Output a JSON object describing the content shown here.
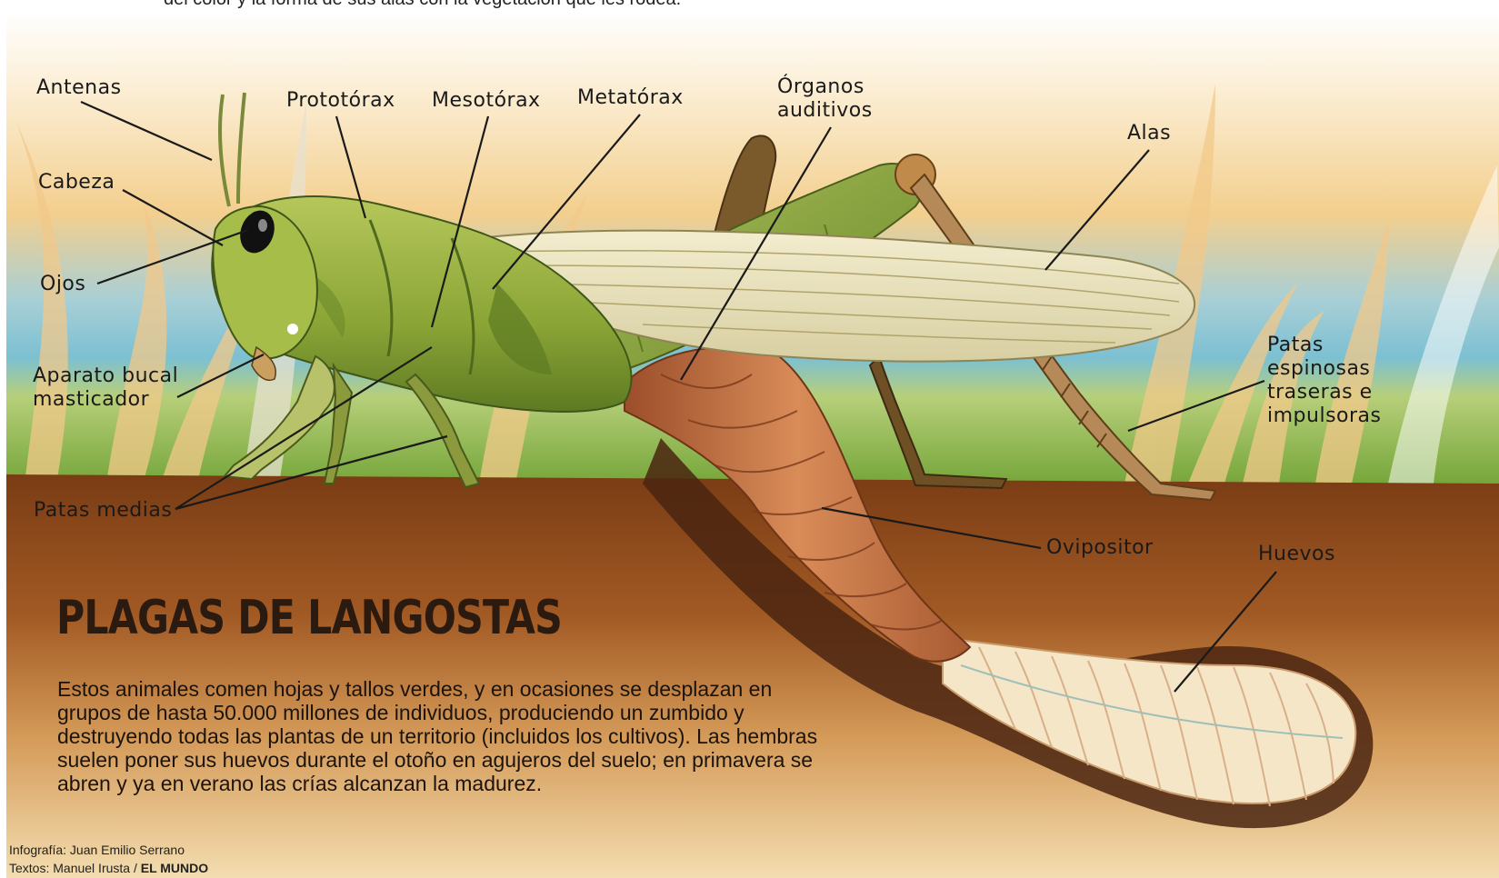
{
  "top_caption": "del color y la forma de sus alas con la vegetación que les rodea.",
  "labels": {
    "antenas": "Antenas",
    "cabeza": "Cabeza",
    "ojos": "Ojos",
    "aparato_bucal_1": "Aparato bucal",
    "aparato_bucal_2": "masticador",
    "patas_medias": "Patas medias",
    "protorax": "Prototórax",
    "mesotorax": "Mesotórax",
    "metatorax": "Metatórax",
    "organos_1": "Órganos",
    "organos_2": "auditivos",
    "alas": "Alas",
    "patas_esp_1": "Patas",
    "patas_esp_2": "espinosas",
    "patas_esp_3": "traseras e",
    "patas_esp_4": "impulsoras",
    "ovipositor": "Ovipositor",
    "huevos": "Huevos"
  },
  "title": "PLAGAS DE LANGOSTAS",
  "description": "Estos animales comen hojas y tallos verdes, y en ocasiones se desplazan en grupos de hasta 50.000 millones de individuos, produciendo un zumbido y destruyendo todas las plantas de un territorio (incluidos los cultivos). Las hembras suelen poner sus huevos durante el otoño en agujeros del suelo; en primavera se abren y ya en verano las crías alcanzan la madurez.",
  "credits": {
    "line1": "Infografía: Juan Emilio Serrano",
    "line2_prefix": "Textos: Manuel Irusta / ",
    "line2_brand": "EL MUNDO"
  },
  "colors": {
    "sky_top": "#ffffff",
    "sky_mid": "#f6d9a0",
    "sky_blue": "#8cc3d8",
    "grass": "#8ab23c",
    "soil": "#8a4a1e",
    "body_green": "#8fae3a",
    "wing": "#e8e2c0",
    "abdomen": "#b8663a",
    "eggs": "#f4e4c8"
  }
}
